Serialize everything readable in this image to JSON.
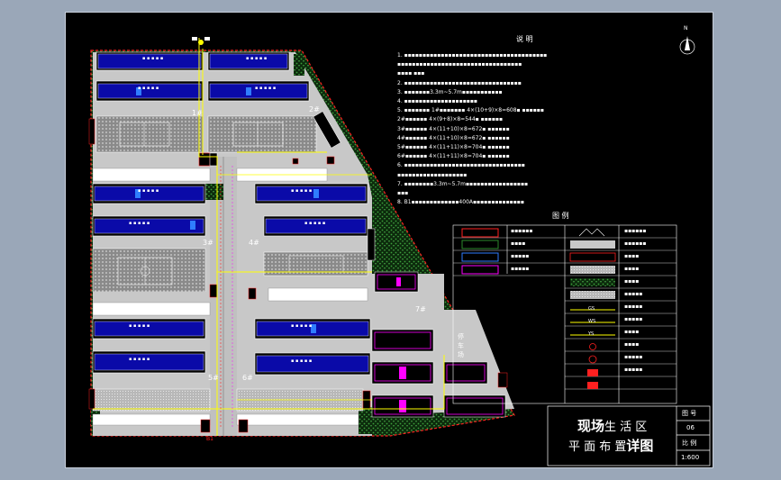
{
  "notes": {
    "heading": "说 明",
    "lines": [
      "1. ▪▪▪▪▪▪▪▪▪▪▪▪▪▪▪▪▪▪▪▪▪▪▪▪▪▪▪▪▪▪▪▪▪▪▪▪▪▪▪",
      "    ▪▪▪▪▪▪▪▪▪▪▪▪▪▪▪▪▪▪▪▪▪▪▪▪▪▪▪▪▪▪▪▪▪▪",
      "    ▪▪▪▪ ▪▪▪",
      "2. ▪▪▪▪▪▪▪▪▪▪▪▪▪▪▪▪▪▪▪▪▪▪▪▪▪▪▪▪▪▪▪▪",
      "3. ▪▪▪▪▪▪▪3.3m~5.7m▪▪▪▪▪▪▪▪▪▪▪",
      "4. ▪▪▪▪▪▪▪▪▪▪▪▪▪▪▪▪▪▪▪▪",
      "5. ▪▪▪▪▪▪▪  1#▪▪▪▪▪▪▪ 4×(10+9)×8=608▪  ▪▪▪▪▪▪",
      "        2#▪▪▪▪▪▪ 4×(9+8)×8=544▪  ▪▪▪▪▪▪",
      "        3#▪▪▪▪▪▪ 4×(11+10)×8=672▪  ▪▪▪▪▪▪",
      "        4#▪▪▪▪▪▪ 4×(11+10)×8=672▪  ▪▪▪▪▪▪",
      "        5#▪▪▪▪▪▪ 4×(11+11)×8=704▪  ▪▪▪▪▪▪",
      "        6#▪▪▪▪▪▪ 4×(11+11)×8=704▪  ▪▪▪▪▪▪",
      "6. ▪▪▪▪▪▪▪▪▪▪▪▪▪▪▪▪▪▪▪▪▪▪▪▪▪▪▪▪▪▪▪▪▪",
      "    ▪▪▪▪▪▪▪▪▪▪▪▪▪▪▪▪▪▪▪",
      "7. ▪▪▪▪▪▪▪▪3.3m~5.7m▪▪▪▪▪▪▪▪▪▪▪▪▪▪▪▪▪",
      "    ▪▪▪",
      "8. B1▪▪▪▪▪▪▪▪▪▪▪▪▪400A▪▪▪▪▪▪▪▪▪▪▪▪▪▪"
    ]
  },
  "legend": {
    "heading": "图 例",
    "items": [
      "▪▪▪▪▪▪",
      "▪▪▪▪",
      "▪▪▪▪▪",
      "▪▪▪▪▪",
      "▪▪▪▪▪▪",
      "▪▪▪▪▪▪",
      "▪▪▪▪",
      "▪▪▪▪",
      "▪▪▪▪",
      "▪▪▪▪▪",
      "▪▪▪▪▪",
      "▪▪▪▪▪",
      "▪▪▪▪",
      "▪▪▪▪",
      "▪▪▪▪▪",
      "▪▪▪▪▪"
    ],
    "line_codes": [
      "GS",
      "WS",
      "YS"
    ]
  },
  "title_block": {
    "title_line1_bold": "现场",
    "title_line1_rest": "生 活 区",
    "title_line2_rest": "平 面 布 置",
    "title_line2_bold": "详图",
    "field1_label": "图 号",
    "field1_value": "06",
    "field2_label": "比 例",
    "field2_value": "1:600"
  },
  "blocks": [
    "1#",
    "2#",
    "3#",
    "4#",
    "5#",
    "6#",
    "7#"
  ],
  "labels": {
    "row_text": "▪ ▪ ▪ ▪ ▪",
    "parking": "停 车 场",
    "gate": "B1",
    "north": "N"
  },
  "colors": {
    "road": "#c8c8c8",
    "building": "#0a0aa8",
    "magenta": "#ff00ff",
    "red": "#ff2020",
    "yellow": "#ffff00",
    "green": "#2c8a2c"
  }
}
